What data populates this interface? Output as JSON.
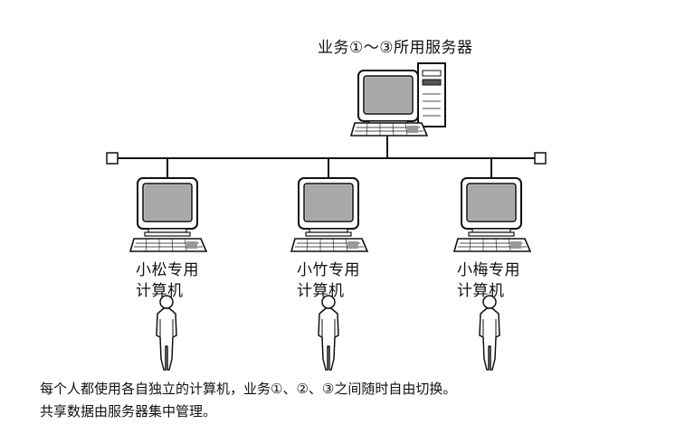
{
  "server": {
    "label": "业务①～③所用服务器"
  },
  "clients": [
    {
      "line1": "小松专用",
      "line2": "计算机"
    },
    {
      "line1": "小竹专用",
      "line2": "计算机"
    },
    {
      "line1": "小梅专用",
      "line2": "计算机"
    }
  ],
  "caption": {
    "line1": "每个人都使用各自独立的计算机，业务①、②、③之间随时自由切换。",
    "line2": "共享数据由服务器集中管理。"
  }
}
